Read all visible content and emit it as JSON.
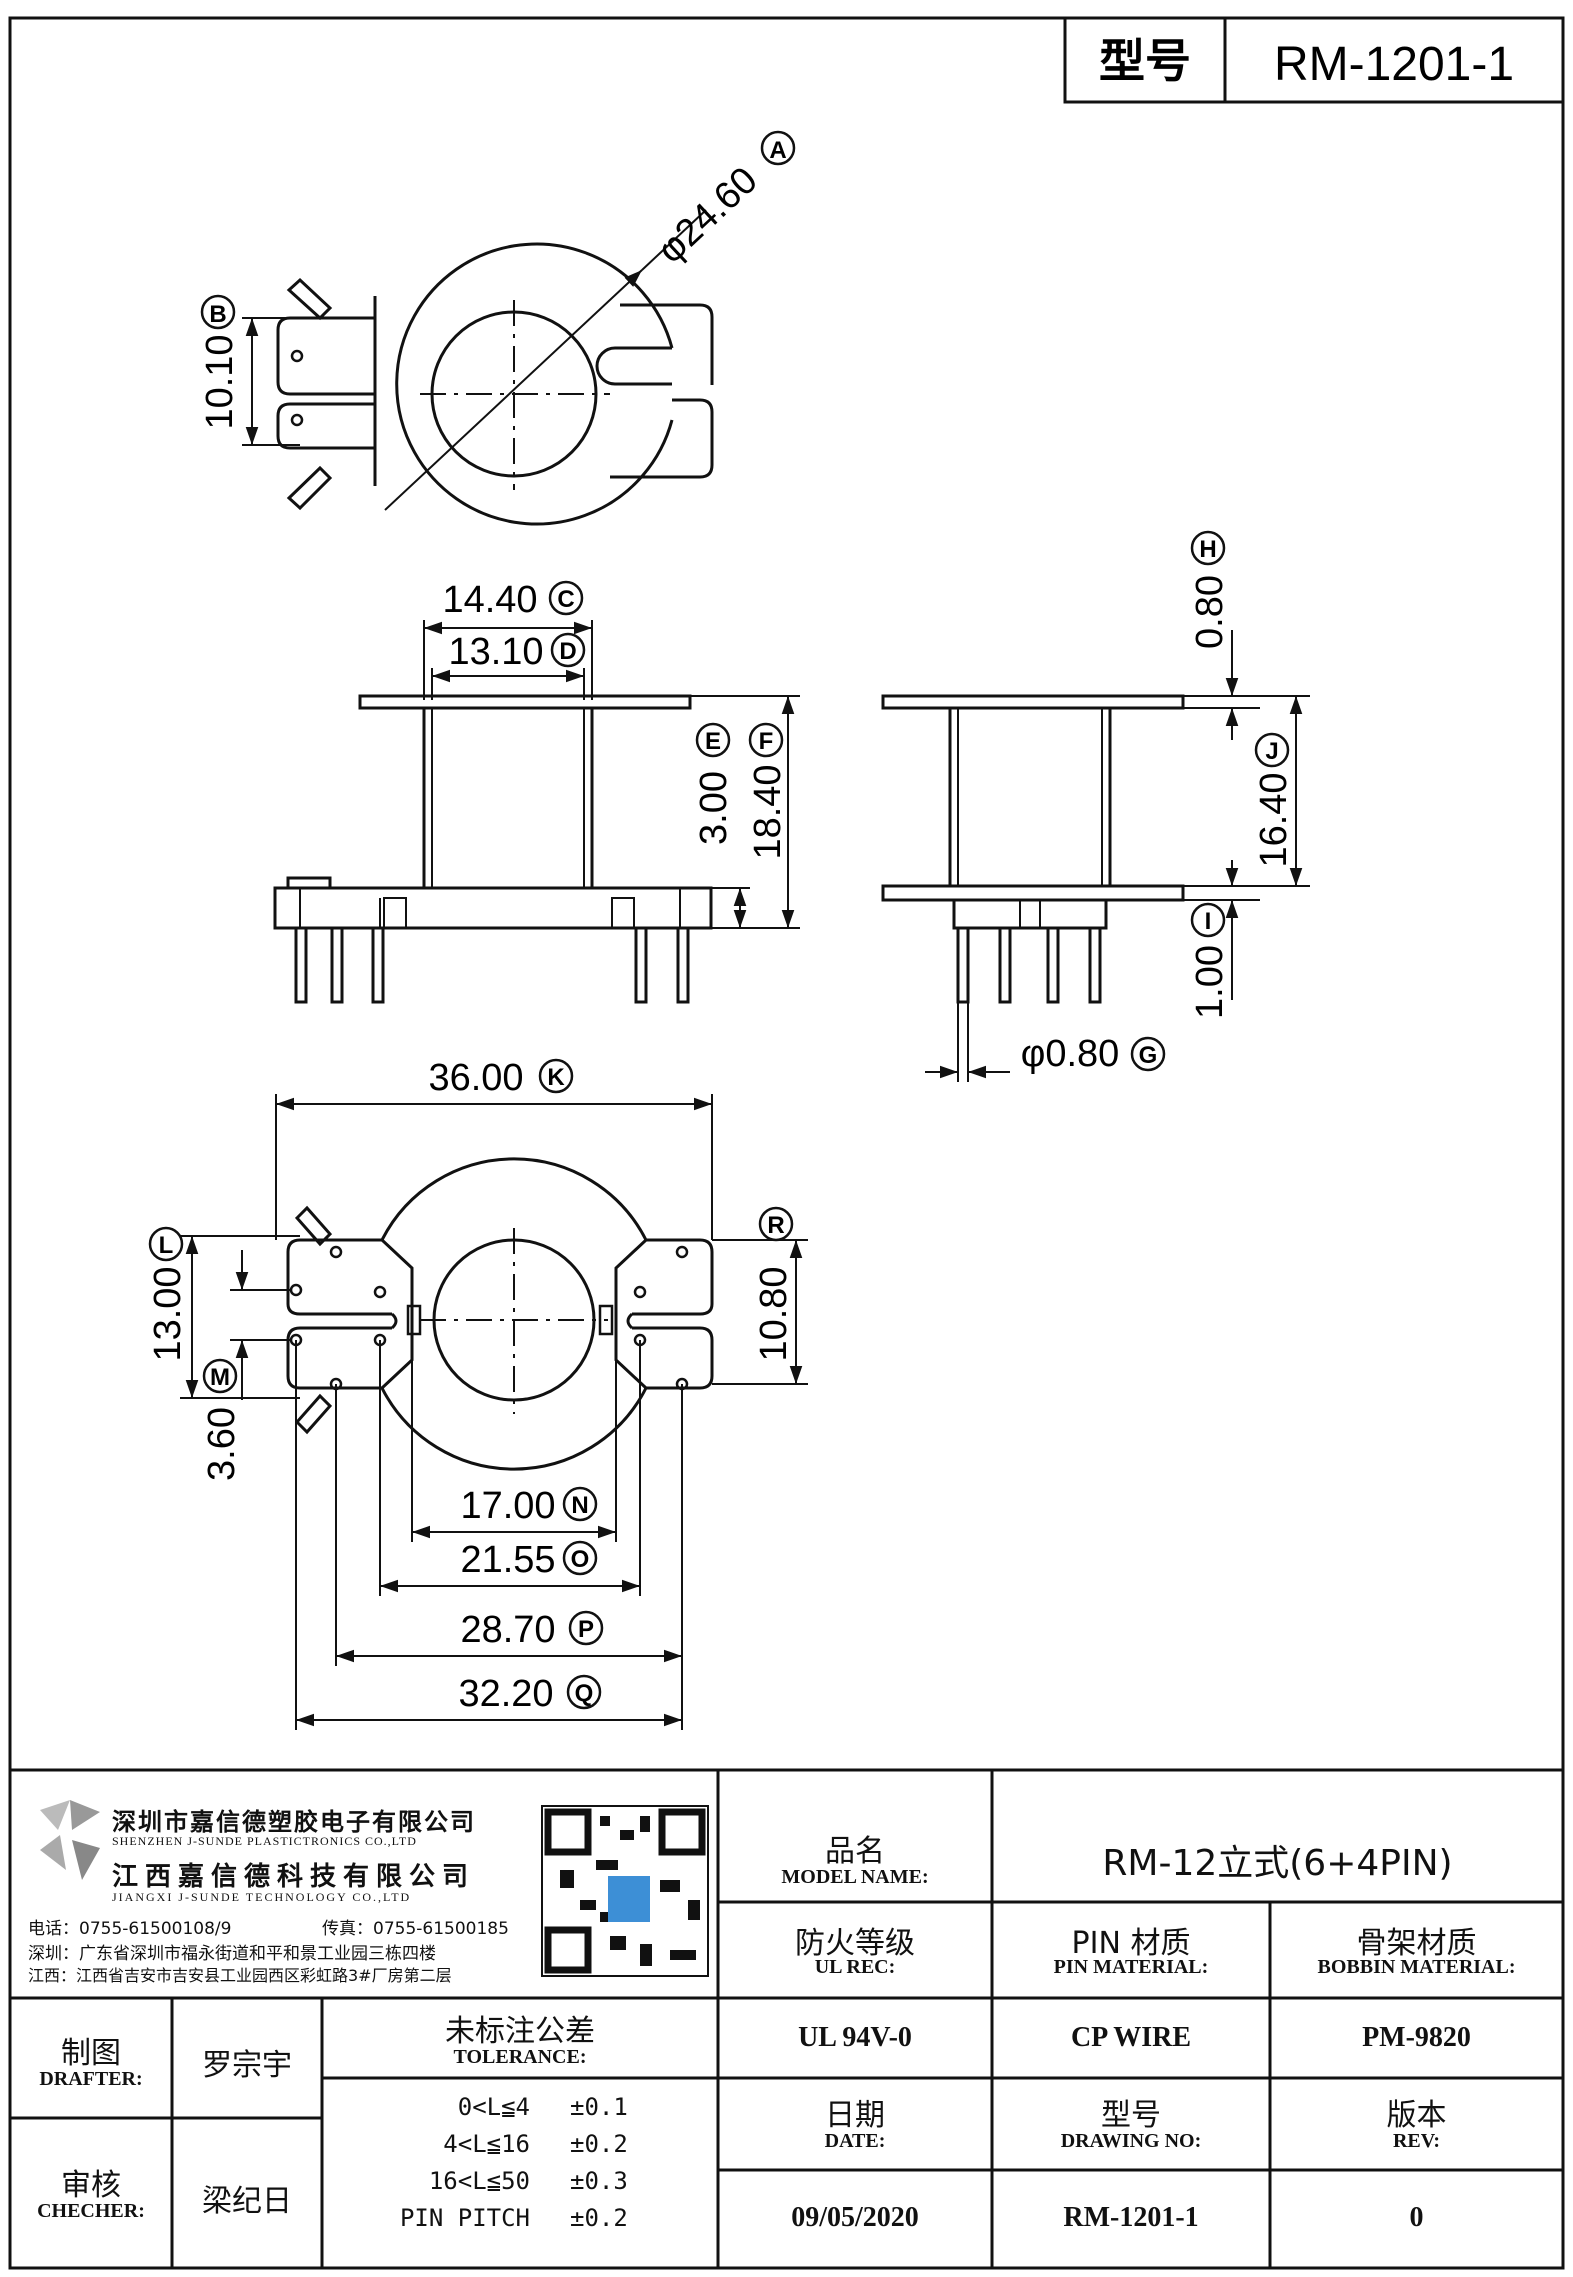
{
  "header": {
    "model_label": "型号",
    "model_value": "RM-1201-1"
  },
  "top_view": {
    "diameter": "φ24.60",
    "diameter_tag": "A",
    "width": "10.10",
    "width_tag": "B"
  },
  "front_view": {
    "d1": "14.40",
    "d1_tag": "C",
    "d2": "13.10",
    "d2_tag": "D",
    "d3": "3.00",
    "d3_tag": "E",
    "d4": "18.40",
    "d4_tag": "F"
  },
  "side_view": {
    "d1": "0.80",
    "d1_tag": "H",
    "d2": "16.40",
    "d2_tag": "J",
    "d3": "1.00",
    "d3_tag": "I",
    "pin": "φ0.80",
    "pin_tag": "G"
  },
  "bottom_view": {
    "overall": "36.00",
    "overall_tag": "K",
    "h1": "13.00",
    "h1_tag": "L",
    "h2": "3.60",
    "h2_tag": "M",
    "h3": "10.80",
    "h3_tag": "R",
    "w1": "17.00",
    "w1_tag": "N",
    "w2": "21.55",
    "w2_tag": "O",
    "w3": "28.70",
    "w3_tag": "P",
    "w4": "32.20",
    "w4_tag": "Q"
  },
  "company": {
    "name_cn_1": "深圳市嘉信德塑胶电子有限公司",
    "name_en_1": "SHENZHEN J-SUNDE PLASTICTRONICS CO.,LTD",
    "name_cn_2": "江西嘉信德科技有限公司",
    "name_en_2": "JIANGXI J-SUNDE TECHNOLOGY CO.,LTD",
    "phone": "电话：0755-61500108/9",
    "fax": "传真：0755-61500185",
    "addr1": "深圳：广东省深圳市福永街道和平和景工业园三栋四楼",
    "addr2": "江西：江西省吉安市吉安县工业园西区彩虹路3#厂房第二层"
  },
  "title_block": {
    "model_name_cn": "品名",
    "model_name_en": "MODEL NAME:",
    "model_name_value": "RM-12立式(6+4PIN)",
    "ul_cn": "防火等级",
    "ul_en": "UL REC:",
    "pin_mat_cn": "PIN 材质",
    "pin_mat_en": "PIN MATERIAL:",
    "bobbin_cn": "骨架材质",
    "bobbin_en": "BOBBIN MATERIAL:",
    "ul_value": "UL 94V-0",
    "pin_value": "CP WIRE",
    "bobbin_value": "PM-9820",
    "date_cn": "日期",
    "date_en": "DATE:",
    "drawing_cn": "型号",
    "drawing_en": "DRAWING NO:",
    "rev_cn": "版本",
    "rev_en": "REV:",
    "date_value": "09/05/2020",
    "drawing_value": "RM-1201-1",
    "rev_value": "0",
    "drafter_cn": "制图",
    "drafter_en": "DRAFTER:",
    "drafter_value": "罗宗宇",
    "checker_cn": "审核",
    "checker_en": "CHECHER:",
    "checker_value": "梁纪日",
    "tol_cn": "未标注公差",
    "tol_en": "TOLERANCE:",
    "tol_rows": [
      {
        "range": "0<L≦4",
        "value": "±0.1"
      },
      {
        "range": "4<L≦16",
        "value": "±0.2"
      },
      {
        "range": "16<L≦50",
        "value": "±0.3"
      },
      {
        "range": "PIN PITCH",
        "value": "±0.2"
      }
    ]
  }
}
